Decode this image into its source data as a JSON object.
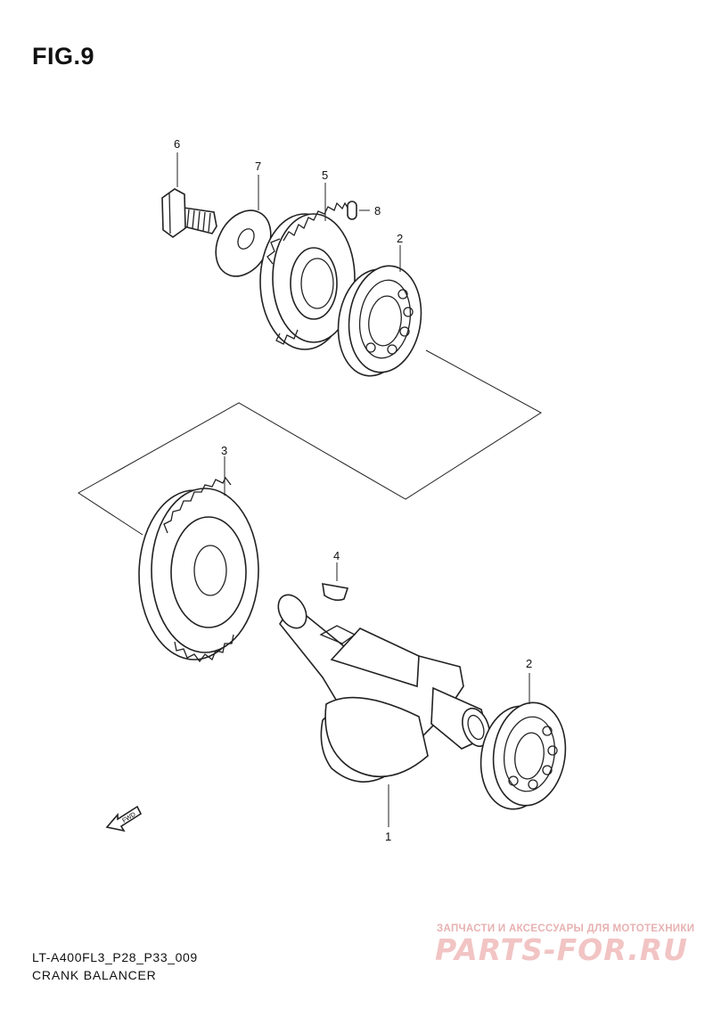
{
  "figure": {
    "title": "FIG.9"
  },
  "callouts": {
    "c6": "6",
    "c7": "7",
    "c5": "5",
    "c8": "8",
    "c2_top": "2",
    "c3": "3",
    "c4": "4",
    "c2_bottom": "2",
    "c1": "1"
  },
  "fwd_label": "FWD",
  "footer": {
    "code": "LT-A400FL3_P28_P33_009",
    "name": "CRANK BALANCER"
  },
  "watermark": {
    "tagline": "ЗАПЧАСТИ И АКСЕССУАРЫ ДЛЯ МОТОТЕХНИКИ",
    "brand": "PARTS-FOR.RU"
  }
}
